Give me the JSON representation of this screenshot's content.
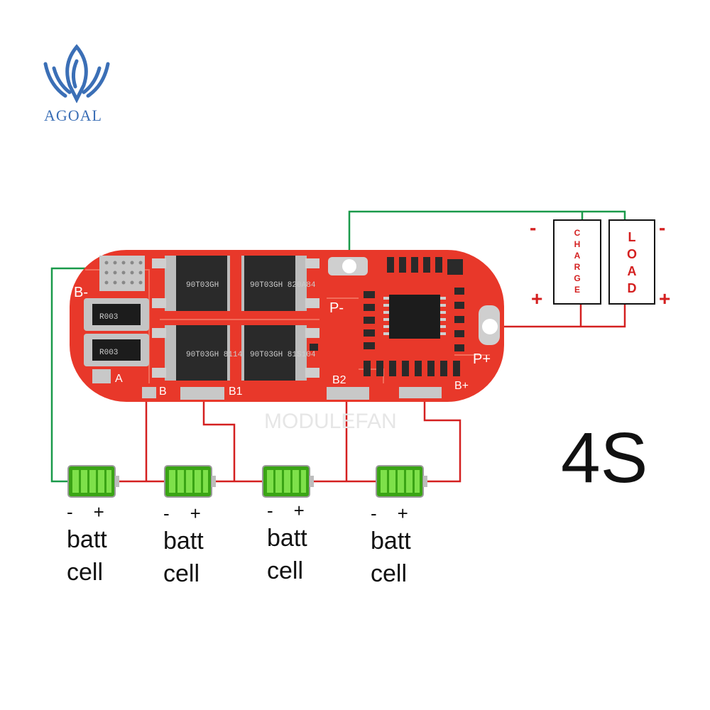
{
  "brand": {
    "name": "AGOAL",
    "logo_icon": "flame-logo-icon",
    "color": "#3b6fb6"
  },
  "config_label": "4S",
  "watermark": "MODULEFAN",
  "board": {
    "color": "#e8382a",
    "pads": {
      "b_minus": "B-",
      "p_minus": "P-",
      "p_plus": "P+",
      "a": "A",
      "b": "B",
      "b1": "B1",
      "b2": "B2",
      "b_plus": "B+"
    },
    "resistors": [
      "R003",
      "R003"
    ],
    "mosfets": [
      "90T03GH",
      "90T03GH 820A84",
      "90T03GH 8114",
      "90T03GH 81S104"
    ]
  },
  "charge_box": {
    "label": "CHARGE",
    "minus": "-",
    "plus": "+"
  },
  "load_box": {
    "label": "LOAD",
    "minus": "-",
    "plus": "+"
  },
  "cells": [
    {
      "minus": "-",
      "plus": "+",
      "line1": "batt",
      "line2": "cell"
    },
    {
      "minus": "-",
      "plus": "+",
      "line1": "batt",
      "line2": "cell"
    },
    {
      "minus": "-",
      "plus": "+",
      "line1": "batt",
      "line2": "cell"
    },
    {
      "minus": "-",
      "plus": "+",
      "line1": "batt",
      "line2": "cell"
    }
  ],
  "colors": {
    "wire_red": "#d42020",
    "wire_green": "#1a9a4a",
    "battery_green": "#4cc21f"
  }
}
